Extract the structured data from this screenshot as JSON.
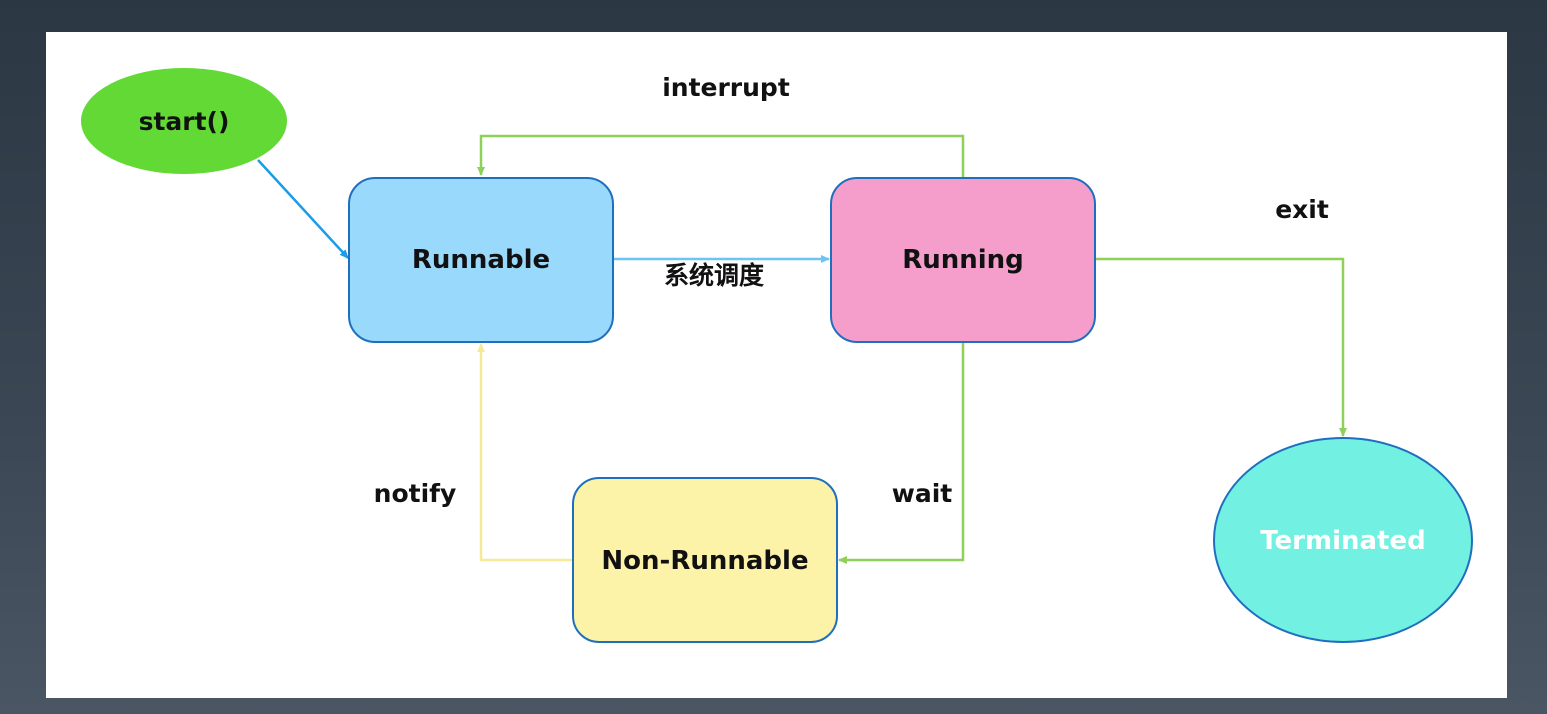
{
  "nodes": {
    "start": {
      "label": "start()",
      "color": "#62d935"
    },
    "runnable": {
      "label": "Runnable",
      "color": "#99d9fb",
      "border": "#1f6fbf"
    },
    "running": {
      "label": "Running",
      "color": "#f59ecb",
      "border": "#1f6fbf"
    },
    "non_runnable": {
      "label": "Non-Runnable",
      "color": "#fcf2a8",
      "border": "#1f6fbf"
    },
    "terminated": {
      "label": "Terminated",
      "color": "#72f0e2",
      "border": "#1f6fbf"
    }
  },
  "edges": {
    "interrupt": {
      "label": "interrupt",
      "color": "#8fd05a"
    },
    "schedule": {
      "label": "系统调度",
      "color": "#6cc4f5"
    },
    "exit": {
      "label": "exit",
      "color": "#8fd05a"
    },
    "wait": {
      "label": "wait",
      "color": "#8fd05a"
    },
    "notify": {
      "label": "notify",
      "color": "#f8e99a"
    },
    "start_to_runnable": {
      "color": "#1a9ce8"
    }
  }
}
